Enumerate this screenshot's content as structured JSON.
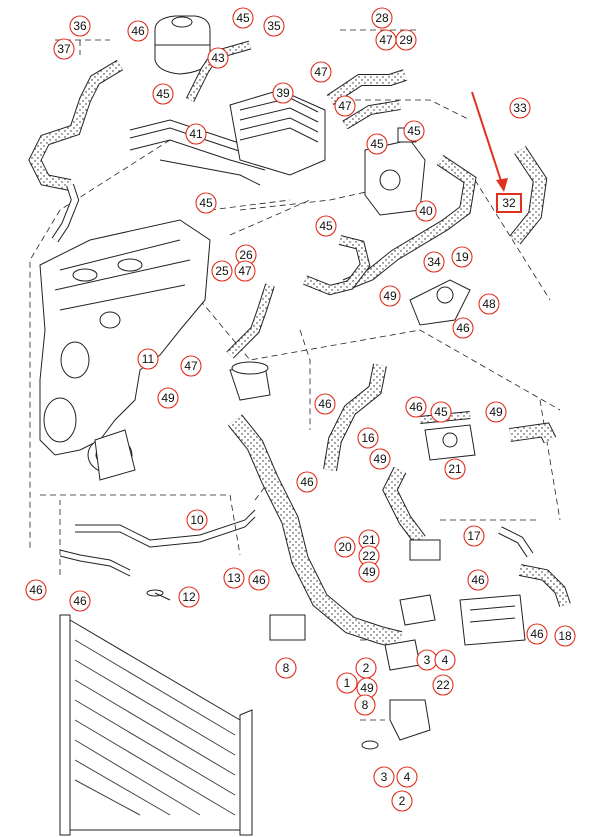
{
  "diagram": {
    "accent": "#e0301e",
    "highlight_callout": "32",
    "callouts": [
      {
        "id": "c36",
        "label": "36"
      },
      {
        "id": "c37",
        "label": "37"
      },
      {
        "id": "c46a",
        "label": "46"
      },
      {
        "id": "c45a",
        "label": "45"
      },
      {
        "id": "c35",
        "label": "35"
      },
      {
        "id": "c43",
        "label": "43"
      },
      {
        "id": "c28",
        "label": "28"
      },
      {
        "id": "c47a",
        "label": "47"
      },
      {
        "id": "c29",
        "label": "29"
      },
      {
        "id": "c45b",
        "label": "45"
      },
      {
        "id": "c47b",
        "label": "47"
      },
      {
        "id": "c39",
        "label": "39"
      },
      {
        "id": "c47c",
        "label": "47"
      },
      {
        "id": "c41",
        "label": "41"
      },
      {
        "id": "c33",
        "label": "33"
      },
      {
        "id": "c45c",
        "label": "45"
      },
      {
        "id": "c45d",
        "label": "45"
      },
      {
        "id": "c32",
        "label": "32"
      },
      {
        "id": "c40",
        "label": "40"
      },
      {
        "id": "c45e",
        "label": "45"
      },
      {
        "id": "c45f",
        "label": "45"
      },
      {
        "id": "c26",
        "label": "26"
      },
      {
        "id": "c25",
        "label": "25"
      },
      {
        "id": "c47d",
        "label": "47"
      },
      {
        "id": "c34",
        "label": "34"
      },
      {
        "id": "c19",
        "label": "19"
      },
      {
        "id": "c48",
        "label": "48"
      },
      {
        "id": "c49a",
        "label": "49"
      },
      {
        "id": "c46b",
        "label": "46"
      },
      {
        "id": "c11",
        "label": "11"
      },
      {
        "id": "c47e",
        "label": "47"
      },
      {
        "id": "c49b",
        "label": "49"
      },
      {
        "id": "c46c",
        "label": "46"
      },
      {
        "id": "c46d",
        "label": "46"
      },
      {
        "id": "c45g",
        "label": "45"
      },
      {
        "id": "c49c",
        "label": "49"
      },
      {
        "id": "c16",
        "label": "16"
      },
      {
        "id": "c49d",
        "label": "49"
      },
      {
        "id": "c21a",
        "label": "21"
      },
      {
        "id": "c46e",
        "label": "46"
      },
      {
        "id": "c10",
        "label": "10"
      },
      {
        "id": "c21b",
        "label": "21"
      },
      {
        "id": "c20",
        "label": "20"
      },
      {
        "id": "c22a",
        "label": "22"
      },
      {
        "id": "c17",
        "label": "17"
      },
      {
        "id": "c49e",
        "label": "49"
      },
      {
        "id": "c46f",
        "label": "46"
      },
      {
        "id": "c13",
        "label": "13"
      },
      {
        "id": "c46g",
        "label": "46"
      },
      {
        "id": "c46h",
        "label": "46"
      },
      {
        "id": "c12",
        "label": "12"
      },
      {
        "id": "c46i",
        "label": "46"
      },
      {
        "id": "c46j",
        "label": "46"
      },
      {
        "id": "c18",
        "label": "18"
      },
      {
        "id": "c8a",
        "label": "8"
      },
      {
        "id": "c2a",
        "label": "2"
      },
      {
        "id": "c3a",
        "label": "3"
      },
      {
        "id": "c4a",
        "label": "4"
      },
      {
        "id": "c1",
        "label": "1"
      },
      {
        "id": "c49f",
        "label": "49"
      },
      {
        "id": "c22b",
        "label": "22"
      },
      {
        "id": "c8b",
        "label": "8"
      },
      {
        "id": "c3b",
        "label": "3"
      },
      {
        "id": "c4b",
        "label": "4"
      },
      {
        "id": "c2b",
        "label": "2"
      }
    ]
  }
}
